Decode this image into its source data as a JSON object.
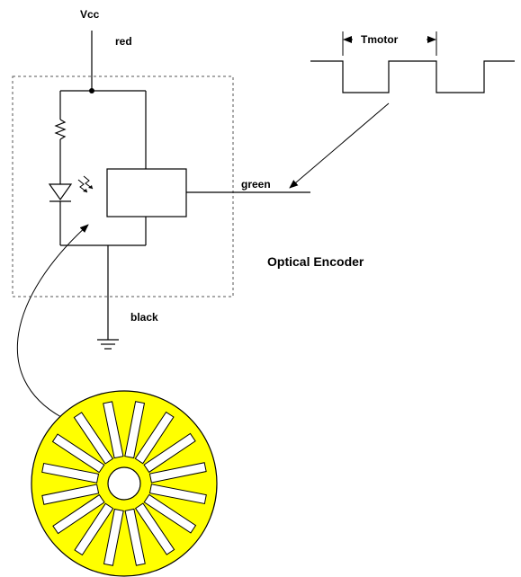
{
  "labels": {
    "vcc": "Vcc",
    "red": "red",
    "tmotor": "Tmotor",
    "green": "green",
    "title": "Optical Encoder",
    "black": "black"
  },
  "colors": {
    "line": "#000000",
    "wheel_fill": "#ffff00",
    "box_border": "#555555",
    "background": "#ffffff"
  },
  "wheel": {
    "slot_count": 16
  }
}
